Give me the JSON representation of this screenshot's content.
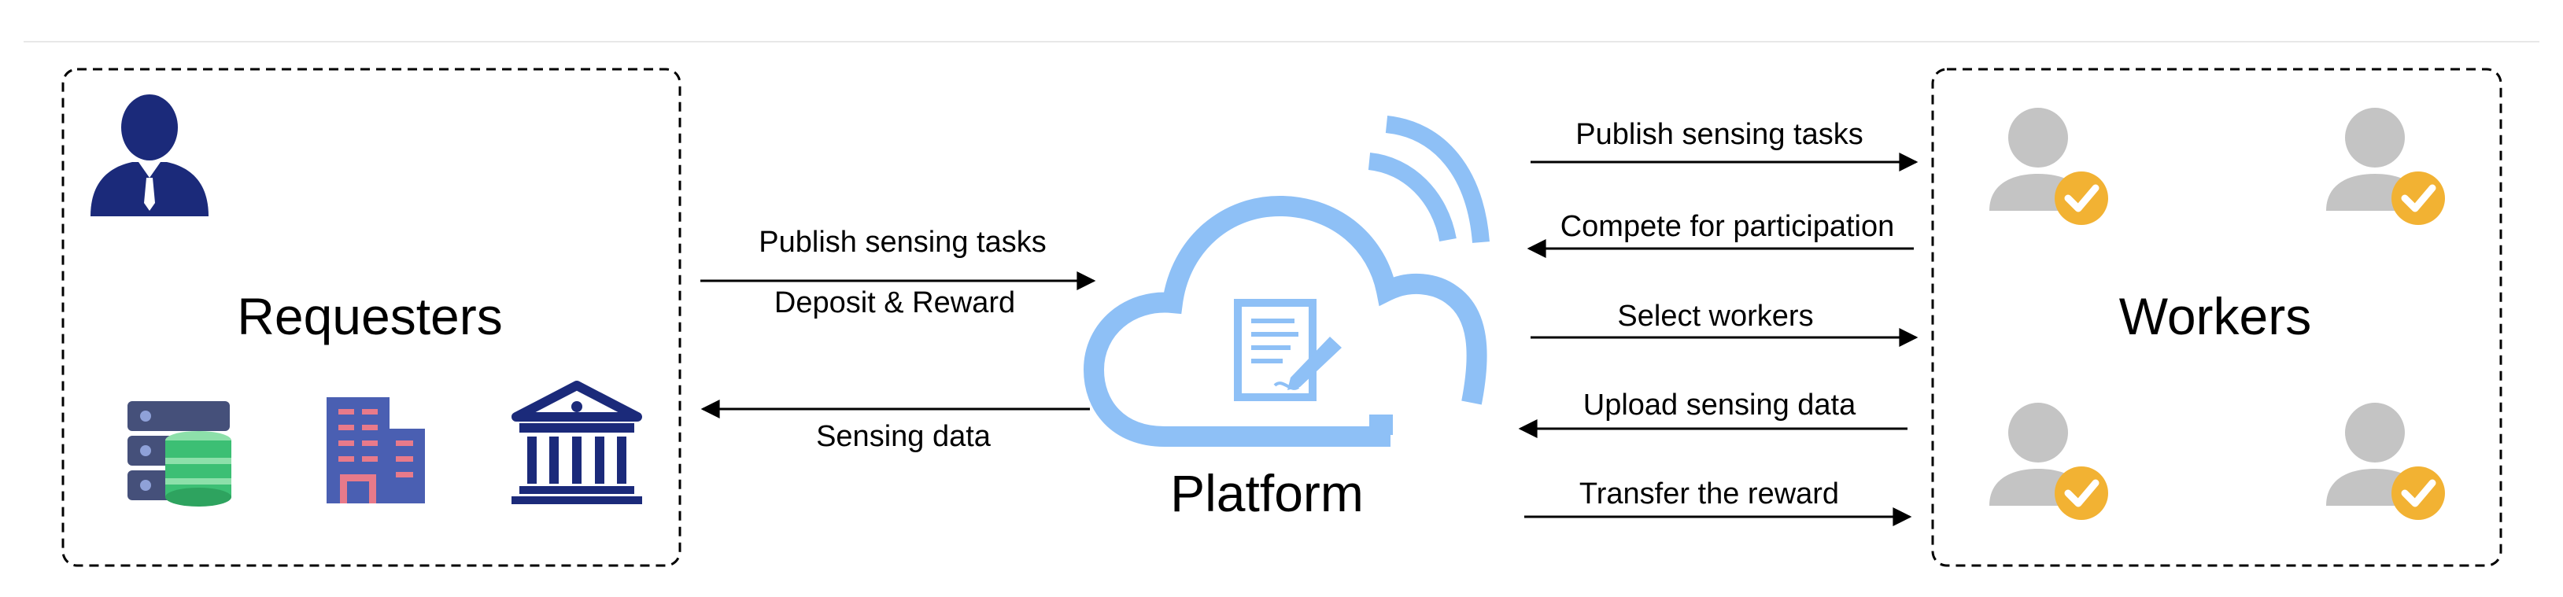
{
  "requesters": {
    "title": "Requesters"
  },
  "platform": {
    "title": "Platform"
  },
  "workers": {
    "title": "Workers"
  },
  "left_flows": {
    "to_platform_top": "Publish sensing tasks",
    "to_platform_bottom": "Deposit & Reward",
    "to_requesters": "Sensing data"
  },
  "right_flows": {
    "publish": "Publish sensing tasks",
    "compete": "Compete for participation",
    "select": "Select workers",
    "upload": "Upload sensing data",
    "reward": "Transfer the reward"
  },
  "colors": {
    "navy": "#1b2a7a",
    "cloud": "#8ec0f6",
    "worker_gray": "#c4c4c4",
    "check_orange": "#f2b233",
    "server_blue": "#45507a",
    "building_blue": "#4a5fb2",
    "building_pink": "#e87a8a",
    "db_green": "#3cbf74"
  },
  "icons": [
    "person-icon",
    "server-database-icon",
    "building-icon",
    "bank-icon",
    "cloud-icon",
    "document-sign-icon",
    "wifi-signal-icon",
    "worker-check-icon"
  ]
}
